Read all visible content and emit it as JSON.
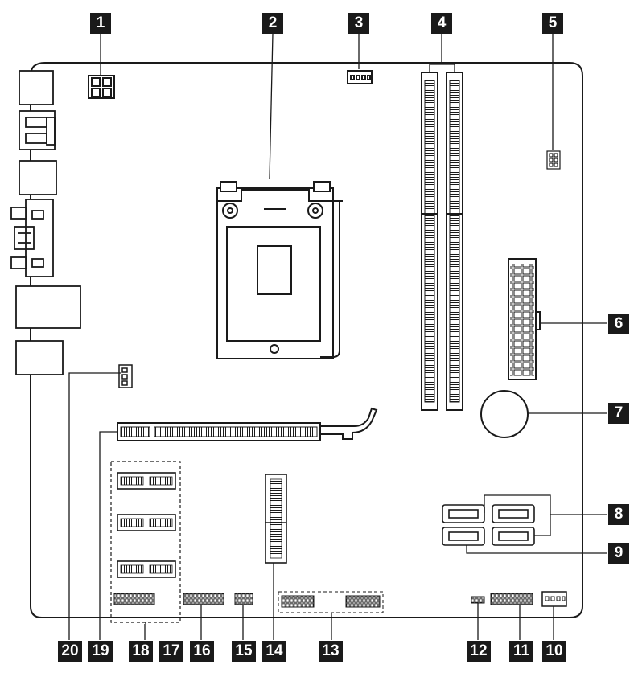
{
  "callouts": {
    "c1": "1",
    "c2": "2",
    "c3": "3",
    "c4": "4",
    "c5": "5",
    "c6": "6",
    "c7": "7",
    "c8": "8",
    "c9": "9",
    "c10": "10",
    "c11": "11",
    "c12": "12",
    "c13": "13",
    "c14": "14",
    "c15": "15",
    "c16": "16",
    "c17": "17",
    "c18": "18",
    "c19": "19",
    "c20": "20"
  },
  "colors": {
    "ink": "#1a1a1a",
    "label_bg": "#1a1a1a",
    "label_fg": "#ffffff",
    "fill": "#ffffff"
  }
}
